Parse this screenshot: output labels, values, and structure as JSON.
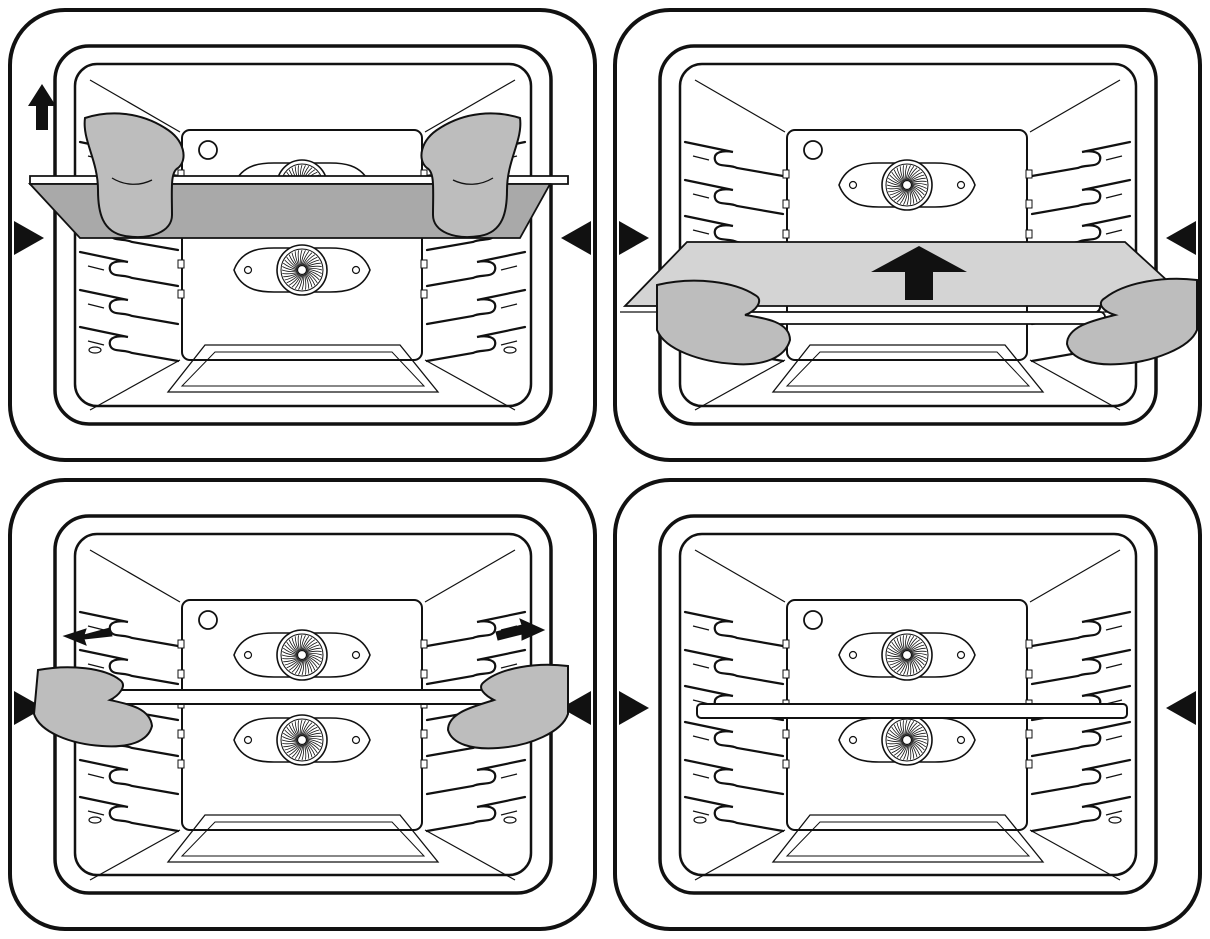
{
  "figure": {
    "panels": [
      {
        "id": "step-1",
        "action": "lift-rack-up",
        "hands": "top",
        "shelf_level": "top",
        "rack_style": "tray",
        "small_up_arrow": true,
        "big_up_arrow": false,
        "side_arrows": false
      },
      {
        "id": "step-2",
        "action": "push-rack-up",
        "hands": "bottom",
        "shelf_level": "bottom",
        "rack_style": "tray",
        "small_up_arrow": false,
        "big_up_arrow": true,
        "side_arrows": false
      },
      {
        "id": "step-3",
        "action": "spread-side-rails",
        "hands": "middle",
        "shelf_level": "middle",
        "rack_style": "bar",
        "small_up_arrow": false,
        "big_up_arrow": false,
        "side_arrows": true
      },
      {
        "id": "step-4",
        "action": "rack-installed",
        "hands": "none",
        "shelf_level": "middle",
        "rack_style": "bar",
        "small_up_arrow": false,
        "big_up_arrow": false,
        "side_arrows": false
      }
    ],
    "colors": {
      "line": "#111111",
      "fill_white": "#ffffff",
      "mitt_gray": "#bdbdbd",
      "tray_gray": "#a9a9a9",
      "tray_light": "#d4d4d4",
      "arrow_black": "#111111"
    }
  }
}
